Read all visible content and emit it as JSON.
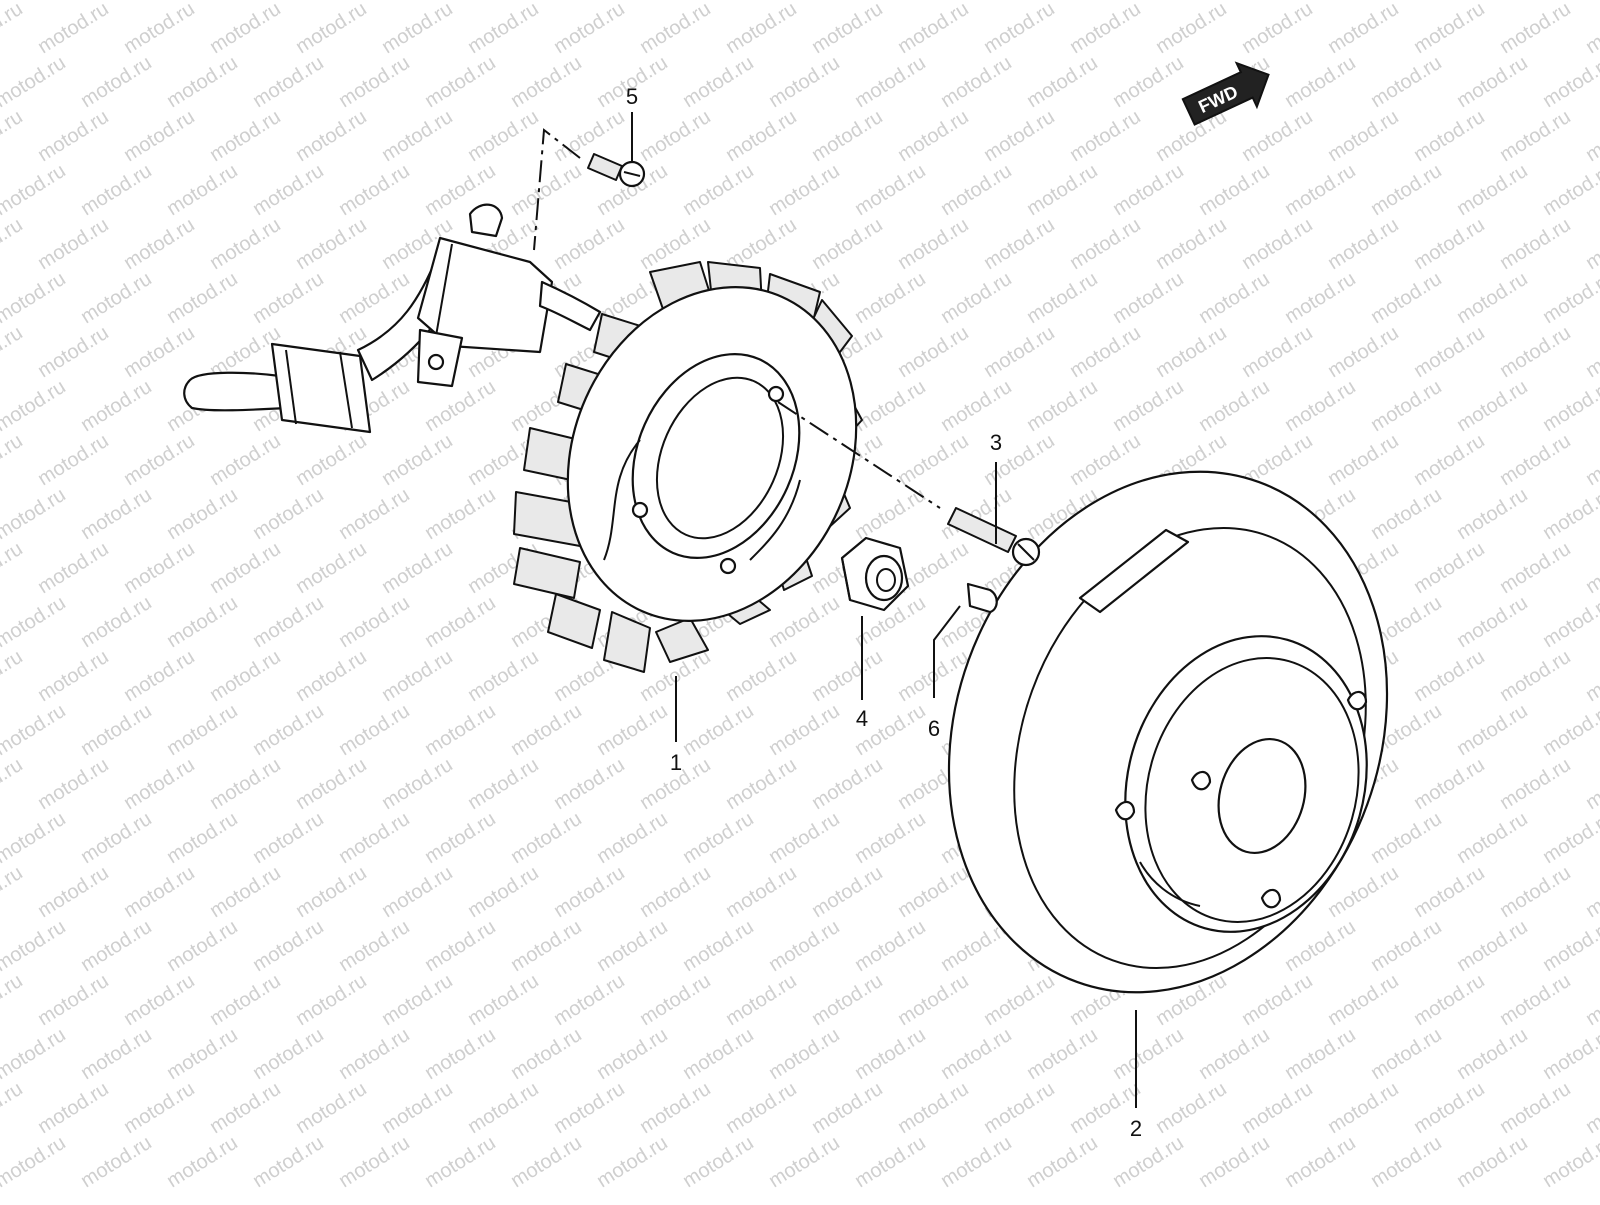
{
  "watermark": {
    "text": "motod.ru"
  },
  "direction_badge": {
    "label": "FWD"
  },
  "callouts": [
    {
      "id": "1",
      "label": "1"
    },
    {
      "id": "2",
      "label": "2"
    },
    {
      "id": "3",
      "label": "3"
    },
    {
      "id": "4",
      "label": "4"
    },
    {
      "id": "5",
      "label": "5"
    },
    {
      "id": "6",
      "label": "6"
    }
  ]
}
